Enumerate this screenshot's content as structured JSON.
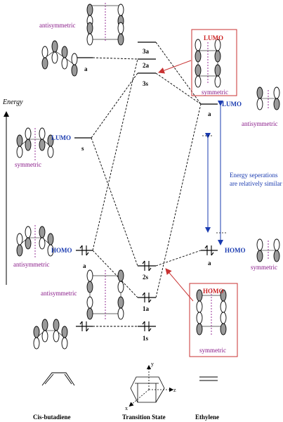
{
  "colors": {
    "symmetry_label": "#8a1c8a",
    "frontier_label": "#1a3bb0",
    "highlight_box": "#c83232",
    "highlight_title": "#cc2222",
    "arrow_red": "#c83232",
    "arrow_blue": "#1a3bb0",
    "lobe_shaded": "#9a9a9a",
    "line": "#000000"
  },
  "axis": {
    "energy_label": "Energy"
  },
  "labels": {
    "sym_top": "antisymmetric",
    "sym_bd_lumo": "symmetric",
    "sym_bd_homo": "antisymmetric",
    "sym_ts_1a": "antisymmetric",
    "sym_eth_lumo": "antisymmetric",
    "sym_eth_homo": "symmetric",
    "lumo_bd": "LUMO",
    "homo_bd": "HOMO",
    "lumo_eth": "LUMO",
    "homo_eth": "HOMO",
    "box_lumo_title": "LUMO",
    "box_lumo_sym": "symmetric",
    "box_homo_title": "HOMO",
    "box_homo_sym": "symmetric",
    "note_line1": "Energy seperations",
    "note_line2": "are relatively similar"
  },
  "levels": {
    "bd_a_top": "a",
    "bd_s": "s",
    "bd_a_homo": "a",
    "ts_3a": "3a",
    "ts_2a": "2a",
    "ts_3s": "3s",
    "ts_2s": "2s",
    "ts_1a": "1a",
    "ts_1s": "1s",
    "eth_a_lumo": "a",
    "eth_a_homo": "a"
  },
  "axes3d": {
    "x": "x",
    "y": "y",
    "z": "z"
  },
  "columns": {
    "left": "Cis-butadiene",
    "middle": "Transition State",
    "right": "Ethylene"
  },
  "icons": {
    "orbital": "p-orbital-lobes-icon",
    "electron": "electron-pair-arrows-icon"
  }
}
